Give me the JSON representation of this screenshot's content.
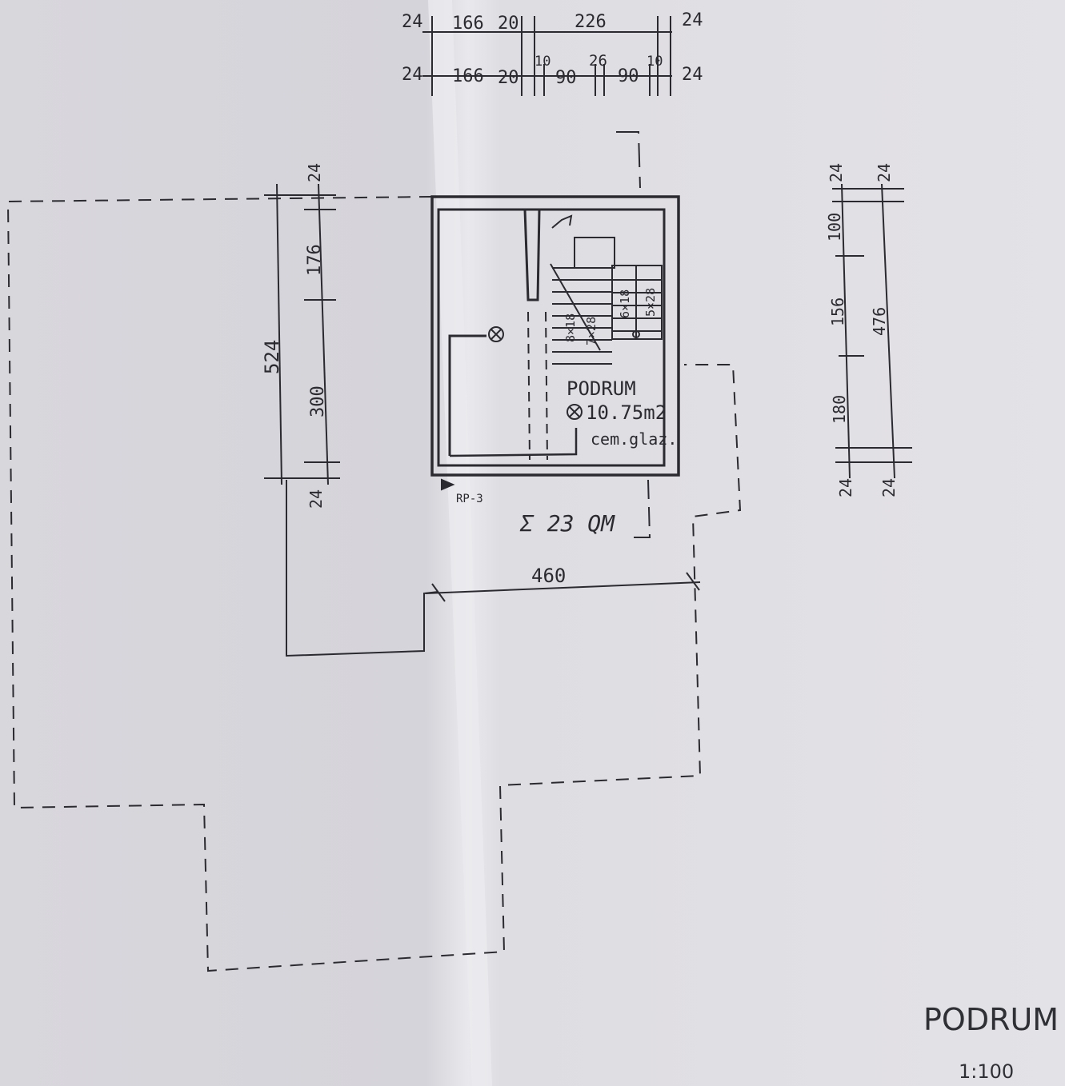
{
  "drawing": {
    "title": "PODRUM",
    "scale": "1:100"
  },
  "room": {
    "name": "PODRUM",
    "area": "10.75m2",
    "floor": "cem.glaz."
  },
  "labels": {
    "section_mark": "RP-3",
    "sum_note": "Σ 23 QM",
    "stair_run_1a": "8×18",
    "stair_run_1b": "7×28",
    "stair_run_2a": "6×18",
    "stair_run_2b": "5×28"
  },
  "dimensions": {
    "top_row_1": [
      "24",
      "166",
      "20",
      "226",
      "24"
    ],
    "top_row_2": [
      "24",
      "166",
      "20",
      "10",
      "90",
      "26",
      "90",
      "10",
      "24"
    ],
    "left": {
      "total": "524",
      "top": "24",
      "upper": "176",
      "lower": "300",
      "bottom": "24"
    },
    "right_inner": [
      "24",
      "100",
      "156",
      "180",
      "24"
    ],
    "right_outer": [
      "24",
      "476",
      "24"
    ],
    "bottom": "460"
  },
  "colors": {
    "paper": "#dcdbe0",
    "ink": "#2a2a30",
    "fold": "#ececf0"
  }
}
